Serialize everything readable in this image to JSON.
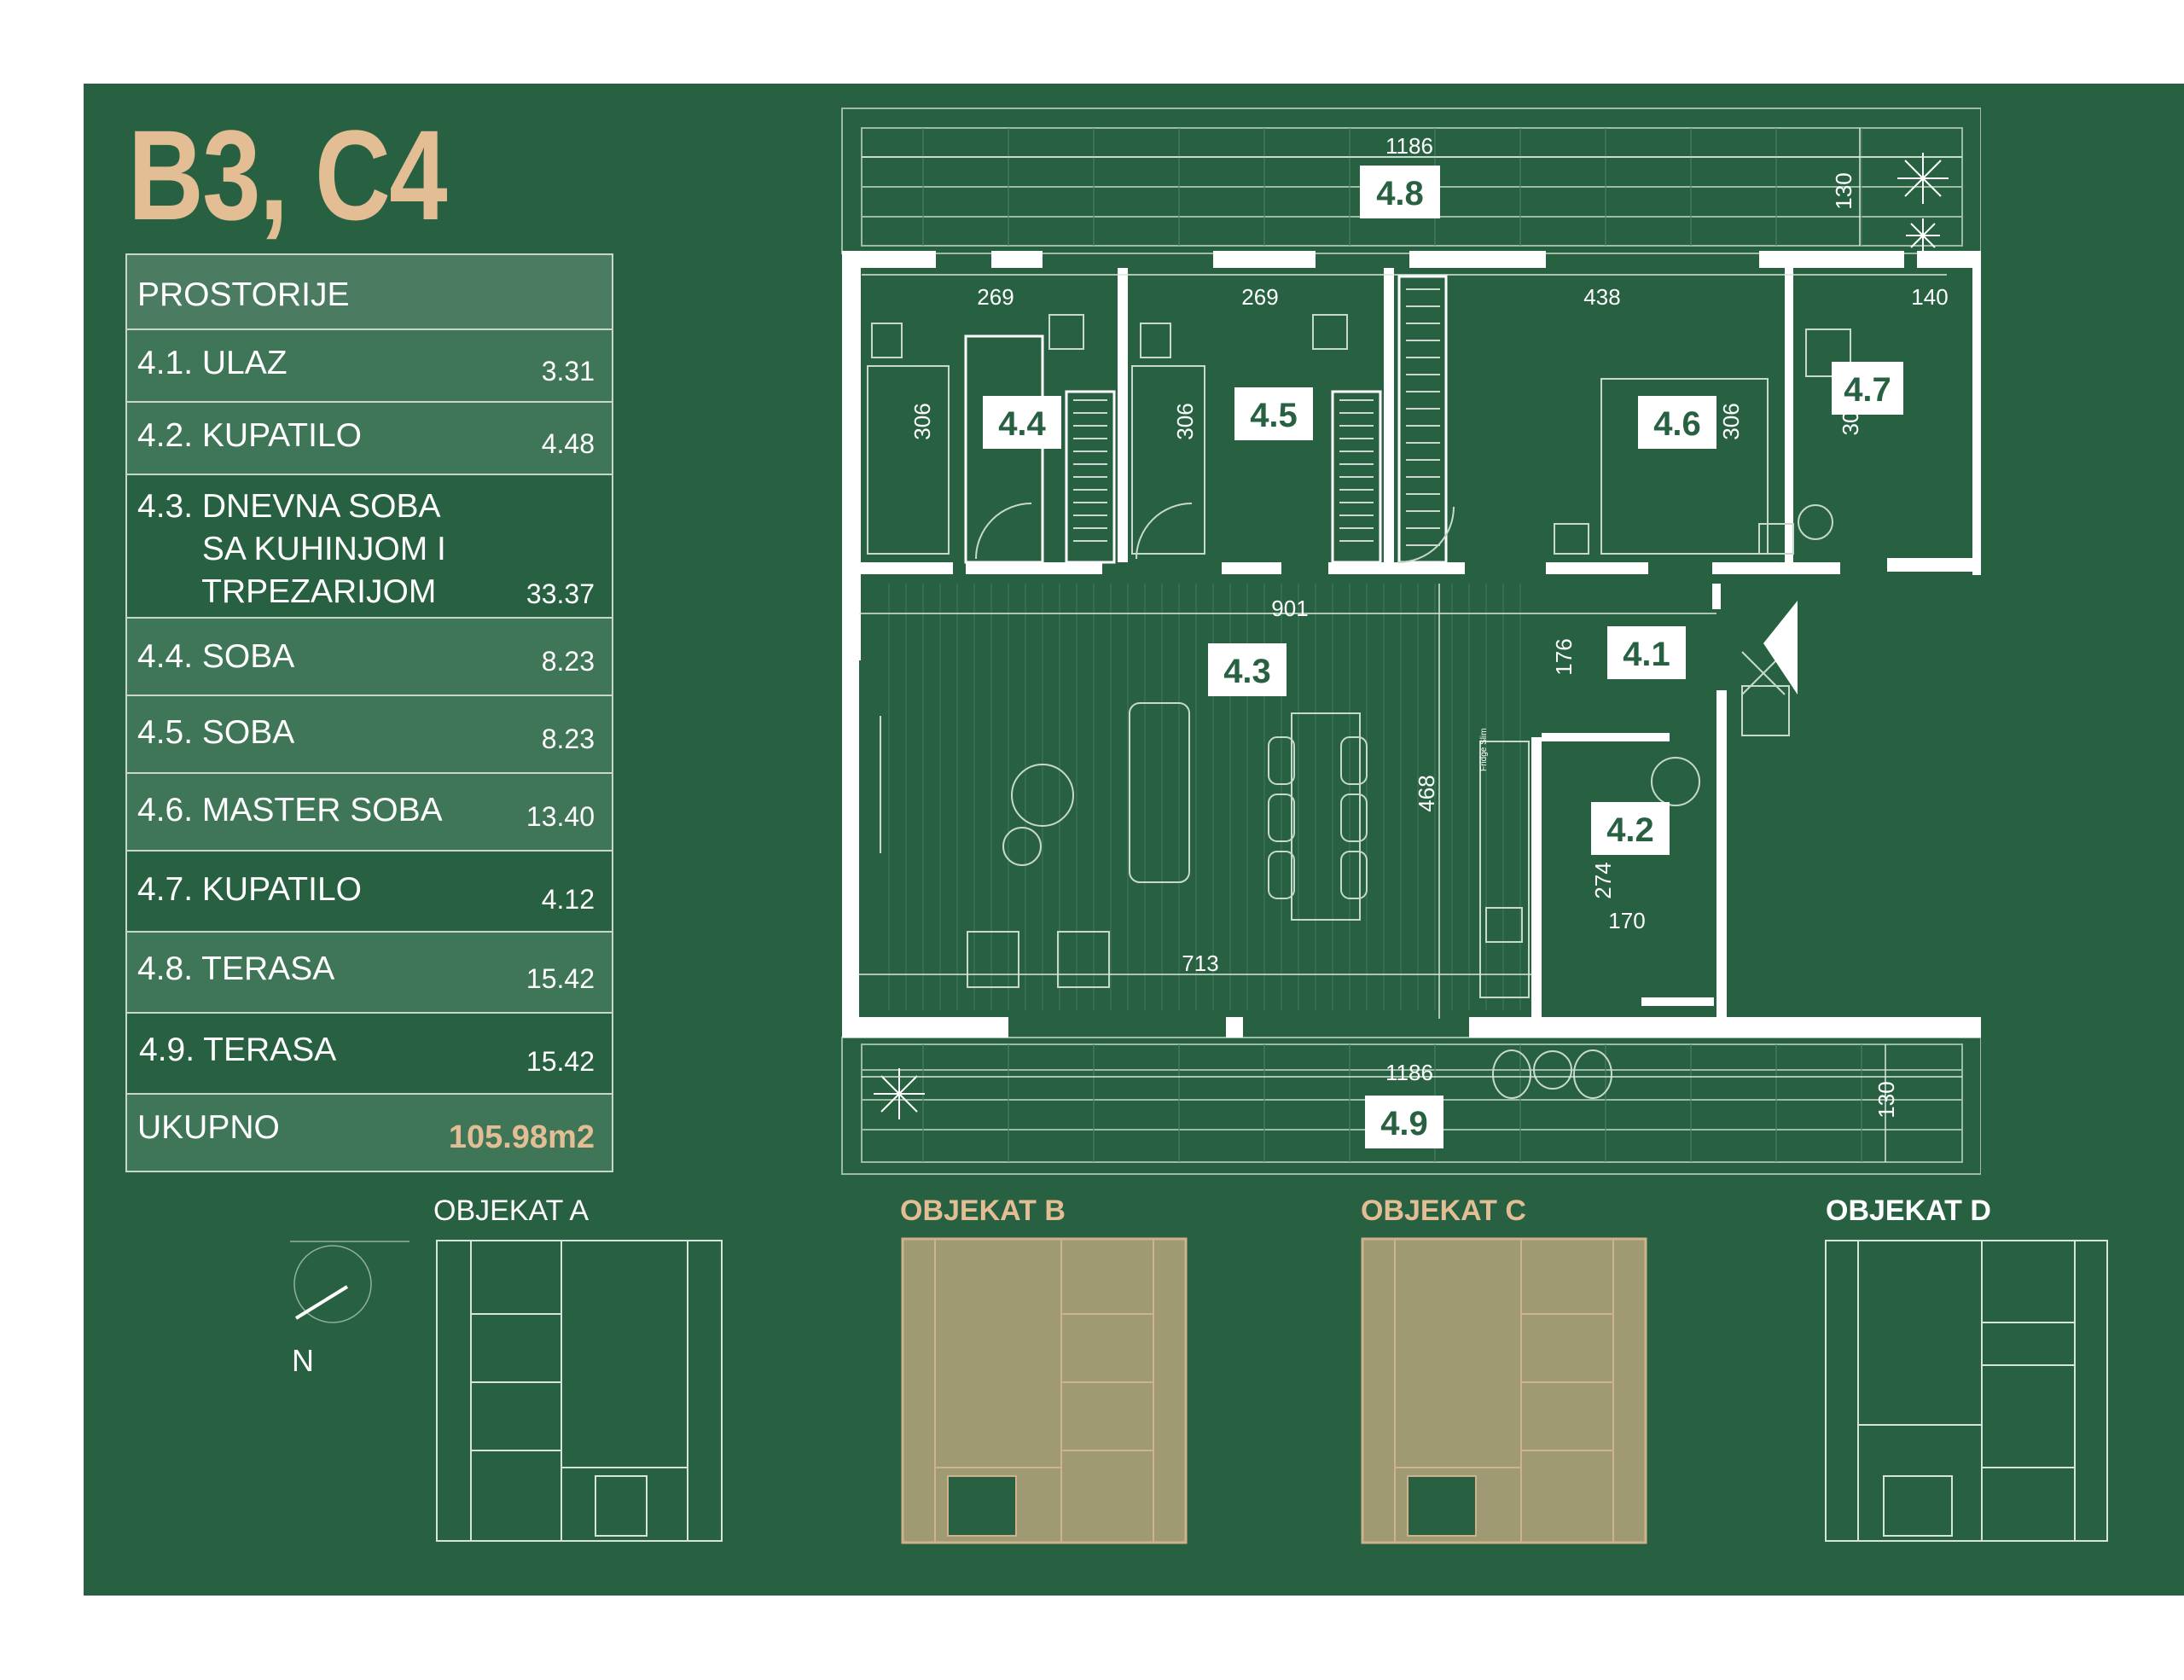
{
  "title": "B3, C4",
  "rooms": {
    "header": "PROSTORIJE",
    "items": [
      {
        "label": "4.1. ULAZ",
        "area": "3.31"
      },
      {
        "label": "4.2. KUPATILO",
        "area": "4.48"
      },
      {
        "label": "4.3. DNEVNA SOBA\n       SA KUHINJOM I\n       TRPEZARIJOM",
        "area": "33.37"
      },
      {
        "label": "4.4. SOBA",
        "area": "8.23"
      },
      {
        "label": "4.5. SOBA",
        "area": "8.23"
      },
      {
        "label": "4.6. MASTER SOBA",
        "area": "13.40"
      },
      {
        "label": "4.7. KUPATILO",
        "area": "4.12"
      },
      {
        "label": "4.8. TERASA",
        "area": "15.42"
      },
      {
        "label": "4.9. TERASA",
        "area": "15.42"
      }
    ],
    "total_label": "UKUPNO",
    "total_value": "105.98m2"
  },
  "plan": {
    "room_tags": {
      "t48": "4.8",
      "t44": "4.4",
      "t45": "4.5",
      "t46": "4.6",
      "t47": "4.7",
      "t43": "4.3",
      "t41": "4.1",
      "t42": "4.2",
      "t49": "4.9"
    },
    "dimensions": {
      "d_top": "1186",
      "d_top_h": "130",
      "d_269a": "269",
      "d_269b": "269",
      "d_438": "438",
      "d_140": "140",
      "d_306a": "306",
      "d_306b": "306",
      "d_306c": "306",
      "d_30": "30",
      "d_901": "901",
      "d_176": "176",
      "d_468": "468",
      "d_274": "274",
      "d_170": "170",
      "d_713": "713",
      "d_bot": "1186",
      "d_bot_h": "130"
    },
    "fridge_label": "Fridge Slim"
  },
  "buildings": [
    {
      "label": "OBJEKAT A",
      "highlight": false
    },
    {
      "label": "OBJEKAT B",
      "highlight": true
    },
    {
      "label": "OBJEKAT C",
      "highlight": true
    },
    {
      "label": "OBJEKAT D",
      "highlight": false
    }
  ],
  "compass_label": "N",
  "colors": {
    "background": "#286141",
    "accent": "#e3bd94",
    "wall": "#ffffff",
    "highlight_fill": "#a09a74"
  }
}
